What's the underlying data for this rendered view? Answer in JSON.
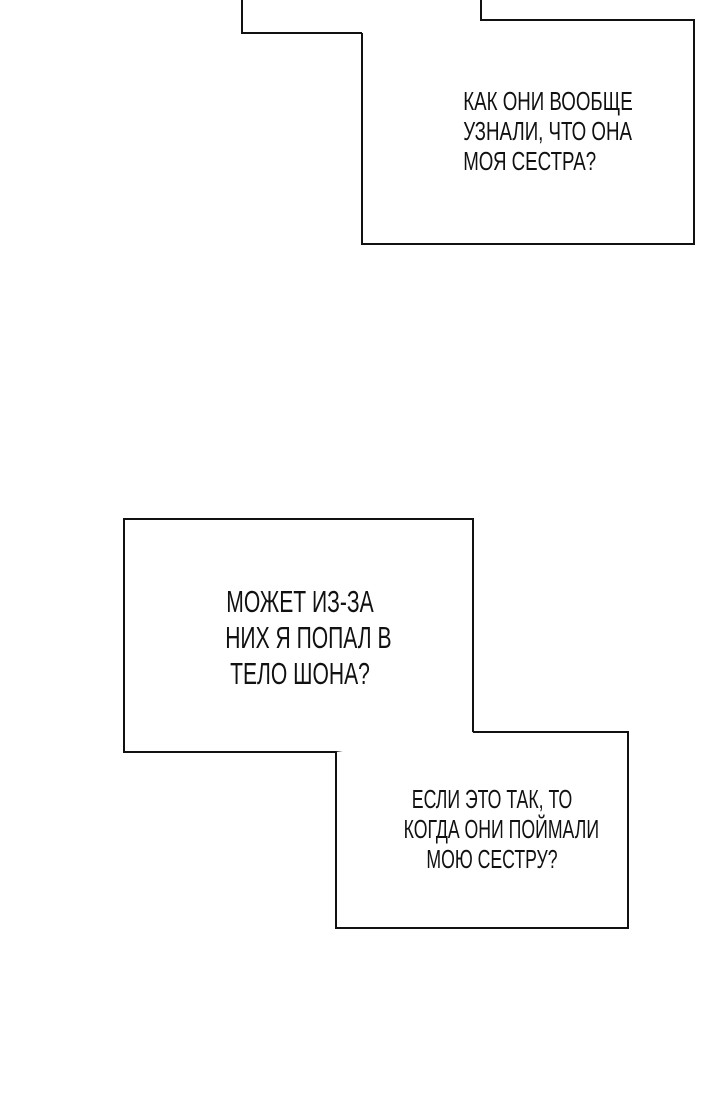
{
  "page": {
    "background_color": "#ffffff",
    "ink_color": "#111111"
  },
  "boxes": [
    {
      "lines": [
        "Как они вообще",
        "узнали, что она",
        "моя сестра?"
      ]
    },
    {
      "lines": [
        "Может из-за",
        "них я попал в",
        "тело Шона?"
      ]
    },
    {
      "lines": [
        "Если это так, то",
        "когда они поймали",
        "мою сестру?"
      ]
    }
  ]
}
